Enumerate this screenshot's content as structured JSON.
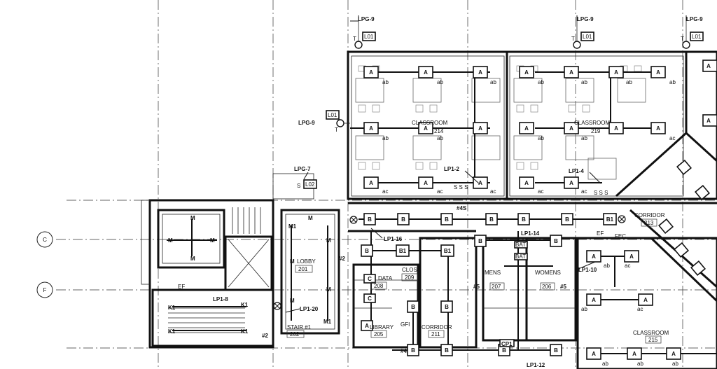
{
  "gridlines": [
    {
      "id": "c",
      "label": "C"
    },
    {
      "id": "f",
      "label": "F"
    }
  ],
  "panels": {
    "lpg9": "LPG-9",
    "lpg7": "LPG-7",
    "lp1_2": "LP1-2",
    "lp1_4": "LP1-4",
    "lp1_16": "LP1-16",
    "lp1_14": "LP1-14",
    "lp1_20": "LP1-20",
    "lp1_10": "LP1-10",
    "lp1_12": "LP1-12",
    "lp1_8": "LP1-8"
  },
  "tags": {
    "l01": "L01",
    "l02": "L02",
    "t": "T",
    "s": "S",
    "s_multi": "S S S",
    "gfi": "GFI",
    "fec": "FEC",
    "ef": "EF",
    "cp1": "CP1",
    "bat": "BAT"
  },
  "fixtures": {
    "a": "A",
    "b": "B",
    "b1": "B1",
    "c": "C",
    "m": "M",
    "m1": "M1",
    "k1": "K1",
    "ab": "ab",
    "ac": "ac"
  },
  "circuits": {
    "c2": "#2",
    "c4": "#4",
    "c5": "#5",
    "c4s": "#4S"
  },
  "rooms": {
    "classroom_a": {
      "name": "CLASSROOM",
      "number": "214"
    },
    "classroom_b": {
      "name": "CLASSROOM",
      "number": "219"
    },
    "classroom_c": {
      "name": "CLASSROOM",
      "number": "215"
    },
    "corridor_a": {
      "name": "CORRIDOR",
      "number": "213"
    },
    "corridor_b": {
      "name": "CORRIDOR",
      "number": "211"
    },
    "lobby": {
      "name": "LOBBY",
      "number": "201"
    },
    "clos": {
      "name": "CLOS",
      "number": "209"
    },
    "data": {
      "name": "DATA",
      "number": "208"
    },
    "library": {
      "name": "LIBRARY",
      "number": "205"
    },
    "mens": {
      "name": "MENS",
      "number": "207"
    },
    "womens": {
      "name": "WOMENS",
      "number": "206"
    },
    "stair": {
      "name": "STAIR #1",
      "number": "202"
    }
  }
}
